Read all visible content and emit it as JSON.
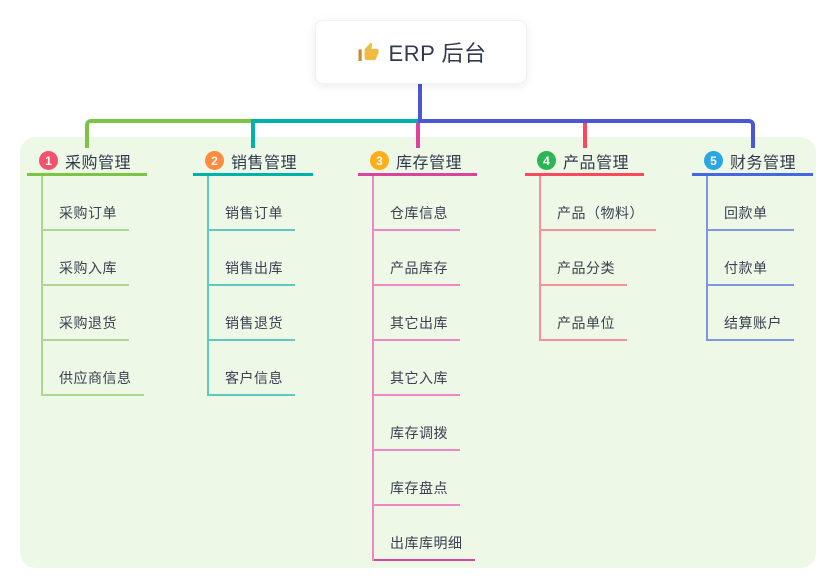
{
  "root_node": {
    "icon": "thumbs-up",
    "title": "ERP 后台"
  },
  "colors": {
    "panel_bg": "#edf8e7",
    "connector": "#4a56d5",
    "header_text": "#303a4c",
    "child_text": "#3a4150"
  },
  "branches": [
    {
      "num": "1",
      "label": "采购管理",
      "colors": {
        "badge": "#f4516c",
        "line": "#7dc345",
        "child_line": "#abd793"
      },
      "children": [
        "采购订单",
        "采购入库",
        "采购退货",
        "供应商信息"
      ]
    },
    {
      "num": "2",
      "label": "销售管理",
      "colors": {
        "badge": "#ff8b3f",
        "line": "#00b2aa",
        "child_line": "#5fc9c0"
      },
      "children": [
        "销售订单",
        "销售出库",
        "销售退货",
        "客户信息"
      ]
    },
    {
      "num": "3",
      "label": "库存管理",
      "colors": {
        "badge": "#ffae19",
        "line": "#d9449f",
        "child_line": "#ef87c5"
      },
      "children": [
        "仓库信息",
        "产品库存",
        "其它出库",
        "其它入库",
        "库存调拨",
        "库存盘点",
        "出库库明细"
      ]
    },
    {
      "num": "4",
      "label": "产品管理",
      "colors": {
        "badge": "#2db553",
        "line": "#f9495f",
        "child_line": "#f79099"
      },
      "children": [
        "产品（物料）",
        "产品分类",
        "产品单位"
      ]
    },
    {
      "num": "5",
      "label": "财务管理",
      "colors": {
        "badge": "#2aa6e2",
        "line": "#4667dd",
        "child_line": "#7e97de"
      },
      "children": [
        "回款单",
        "付款单",
        "结算账户"
      ]
    }
  ]
}
